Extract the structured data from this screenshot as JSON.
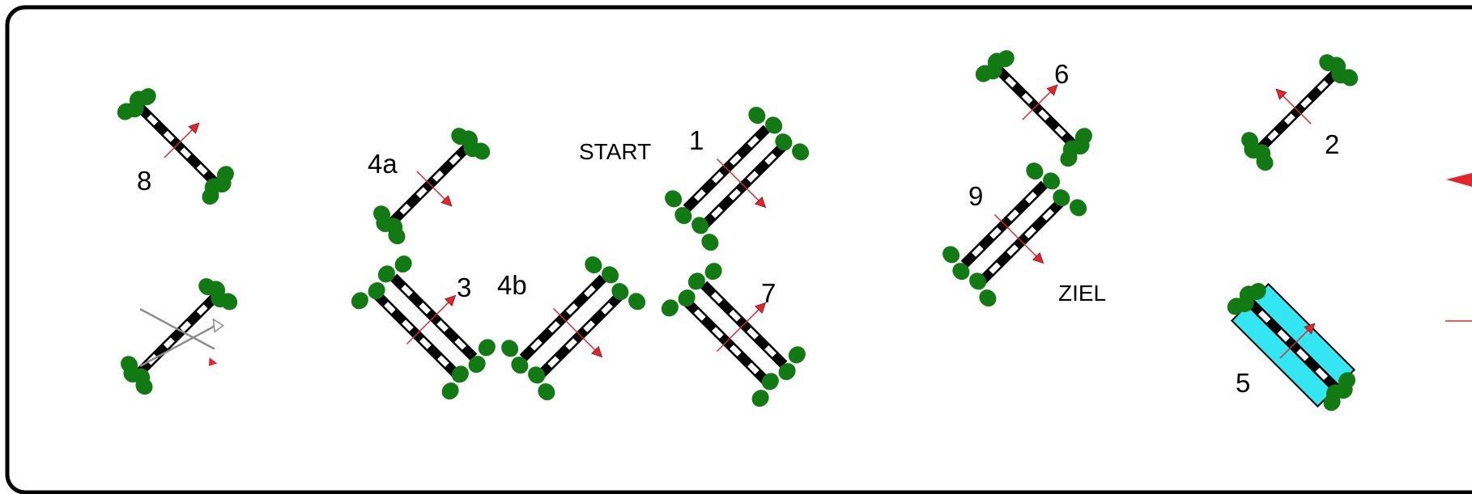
{
  "labels": {
    "start": "START",
    "finish": "ZIEL",
    "j1": "1",
    "j2": "2",
    "j3": "3",
    "j4a": "4a",
    "j4b": "4b",
    "j5": "5",
    "j6": "6",
    "j7": "7",
    "j8": "8",
    "j9": "9"
  },
  "colors": {
    "border": "#000000",
    "pole_dark": "#000000",
    "pole_light": "#ffffff",
    "bush": "#127a12",
    "direction_arrow": "#e3262c",
    "water": "#33e6f2",
    "crossed_out": "#8c8c8c"
  }
}
